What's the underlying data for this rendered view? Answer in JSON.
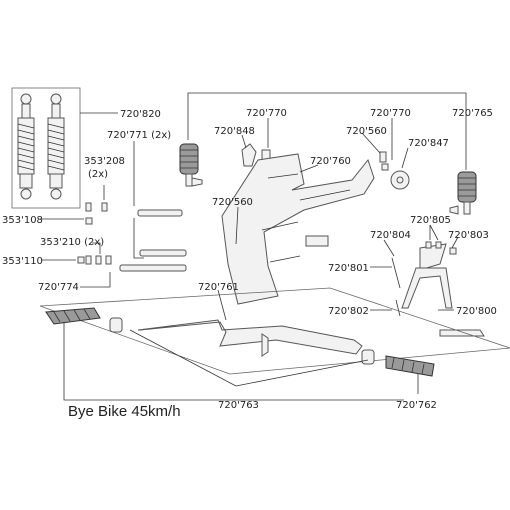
{
  "title": "Bye Bike 45km/h",
  "labels": {
    "p720820": "720'820",
    "p720771": "720'771 (2x)",
    "p353208": "353'208",
    "p353208_qty": "(2x)",
    "p353108": "353'108",
    "p353210": "353'210 (2x)",
    "p353110": "353'110",
    "p720774": "720'774",
    "p720770a": "720'770",
    "p720848": "720'848",
    "p720560a": "720'560",
    "p720760": "720'760",
    "p720770b": "720'770",
    "p720560b": "720'560",
    "p720847": "720'847",
    "p720765": "720'765",
    "p720805": "720'805",
    "p720804": "720'804",
    "p720803": "720'803",
    "p720801": "720'801",
    "p720802": "720'802",
    "p720800": "720'800",
    "p720761": "720'761",
    "p720763": "720'763",
    "p720762": "720'762"
  }
}
